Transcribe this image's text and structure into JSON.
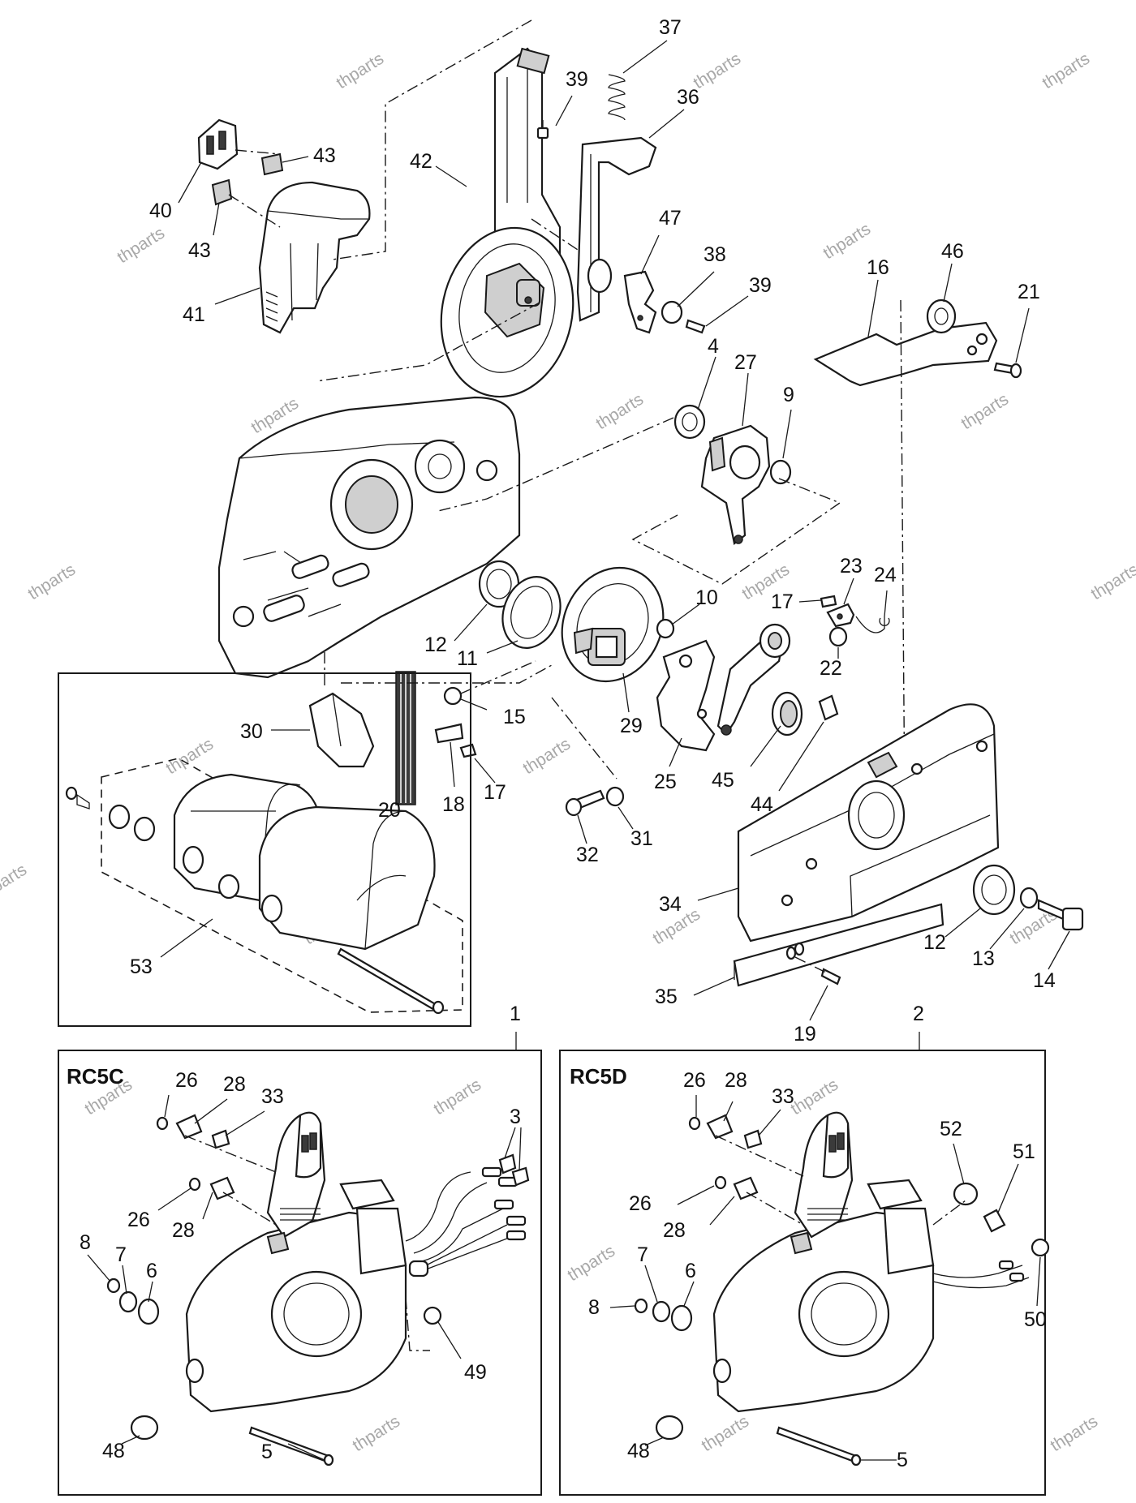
{
  "watermark": "thparts",
  "boxes": {
    "left_kit": {
      "title": "RC5C",
      "item": "1"
    },
    "right_kit": {
      "title": "RC5D",
      "item": "2"
    }
  },
  "callouts": {
    "c37": "37",
    "c39a": "39",
    "c36": "36",
    "c42": "42",
    "c43a": "43",
    "c40": "40",
    "c43b": "43",
    "c41": "41",
    "c47": "47",
    "c38": "38",
    "c39b": "39",
    "c16": "16",
    "c46": "46",
    "c21": "21",
    "c4": "4",
    "c27": "27",
    "c9": "9",
    "c23": "23",
    "c24": "24",
    "c10": "10",
    "c17a": "17",
    "c22": "22",
    "c12a": "12",
    "c11": "11",
    "c15": "15",
    "c29": "29",
    "c30": "30",
    "c20": "20",
    "c18": "18",
    "c17b": "17",
    "c25": "25",
    "c45": "45",
    "c44": "44",
    "c32": "32",
    "c31": "31",
    "c34": "34",
    "c12b": "12",
    "c13": "13",
    "c14": "14",
    "c53": "53",
    "c35": "35",
    "c19": "19",
    "c1": "1",
    "c2": "2",
    "l26a": "26",
    "l28a": "28",
    "l33": "33",
    "l3": "3",
    "l26b": "26",
    "l28b": "28",
    "l8": "8",
    "l7": "7",
    "l6": "6",
    "l49": "49",
    "l48": "48",
    "l5": "5",
    "r26a": "26",
    "r28a": "28",
    "r33": "33",
    "r52": "52",
    "r51": "51",
    "r26b": "26",
    "r28b": "28",
    "r7": "7",
    "r6": "6",
    "r8": "8",
    "r50": "50",
    "r48": "48",
    "r5": "5"
  }
}
